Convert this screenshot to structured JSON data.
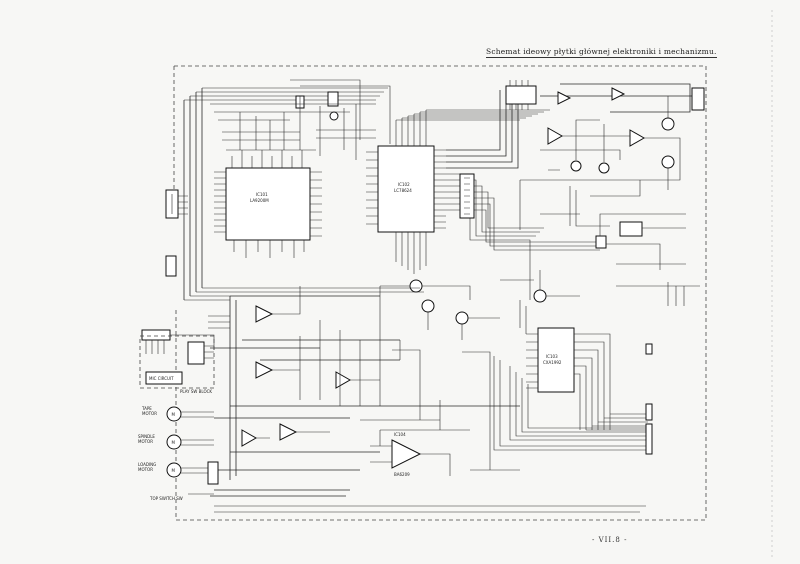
{
  "header": {
    "title": "Schemat ideowy płytki głównej elektroniki i mechanizmu."
  },
  "footer": {
    "page_number": "- VII.8 -"
  },
  "motor_labels": {
    "tape_motor": [
      "TAPE",
      "MOTOR"
    ],
    "spindle_motor": [
      "SPINDLE",
      "MOTOR"
    ],
    "loading_motor": [
      "LOADING",
      "MOTOR"
    ]
  },
  "connector_labels": {
    "mic_circuit": "MIC CIRCUIT",
    "sw_block": "PLAY SW BLOCK",
    "top_switch": "TOP SWITCH SW"
  },
  "ic_labels": {
    "ic1": [
      "IC101",
      "LA9200M"
    ],
    "ic2": [
      "IC102",
      "LC78624"
    ],
    "ic3": [
      "IC103",
      "CXA1992"
    ],
    "ic4": [
      "IC104",
      "BA6209"
    ]
  }
}
